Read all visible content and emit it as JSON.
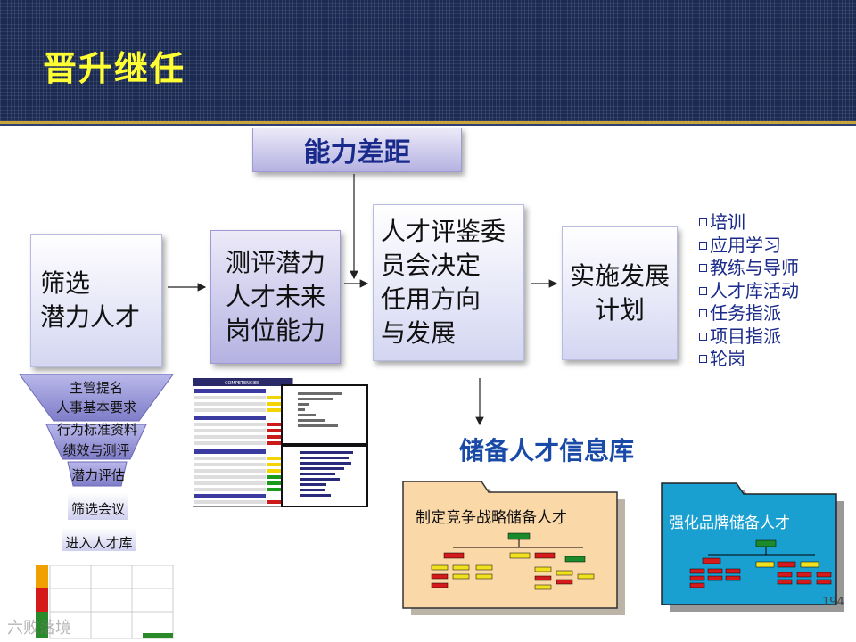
{
  "title": "晋升继任",
  "gap_label": "能力差距",
  "boxes": {
    "screen": [
      "筛选",
      "潜力人才"
    ],
    "assess": [
      "测评潜力",
      "人才未来",
      "岗位能力"
    ],
    "committee": [
      "人才评鉴委",
      "员会决定",
      "任用方向",
      "与发展"
    ],
    "implement": [
      "实施发展",
      "计划"
    ]
  },
  "development_list": [
    "培训",
    "应用学习",
    "教练与导师",
    "人才库活动",
    "任务指派",
    "项目指派",
    "轮岗"
  ],
  "funnel": [
    "主管提名",
    "人事基本要求",
    "行为标准资料",
    "绩效与测评",
    "潜力评估",
    "筛选会议",
    "进入人才库"
  ],
  "db_title": "储备人才信息库",
  "folders": {
    "left": "制定竞争战略储备人才",
    "right": "强化品牌储备人才"
  },
  "thumbnail_header": "COMPETENCIES",
  "page_number": "194",
  "watermark": "六败落境",
  "colors": {
    "header_bg": "#1b2a52",
    "title": "#ffff33",
    "accent_blue": "#1a2a8a",
    "folder_left": "#fbd8a8",
    "folder_right": "#1aa0d0"
  }
}
